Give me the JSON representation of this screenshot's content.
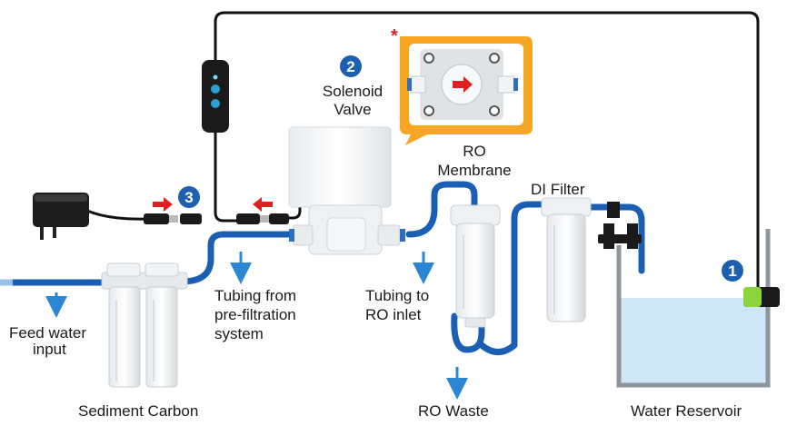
{
  "labels": {
    "feed_line1": "Feed water",
    "feed_line2": "input",
    "sediment_carbon": "Sediment Carbon",
    "tubing_pre_line1": "Tubing  from",
    "tubing_pre_line2": "pre-filtration",
    "tubing_pre_line3": "system",
    "solenoid_line1": "Solenoid",
    "solenoid_line2": "Valve",
    "ro_membrane_line1": "RO",
    "ro_membrane_line2": "Membrane",
    "tubing_ro_line1": "Tubing to",
    "tubing_ro_line2": "RO inlet",
    "di_filter": "DI Filter",
    "ro_waste": "RO Waste",
    "water_reservoir": "Water Reservoir",
    "asterisk": "*"
  },
  "markers": {
    "one": "1",
    "two": "2",
    "three": "3"
  },
  "colors": {
    "tube_blue": "#1b5fb4",
    "marker_blue": "#1f5fb0",
    "arrow_red": "#e02020",
    "callout_orange": "#f6a623",
    "water": "#cfe6f6",
    "sensor_green": "#8cd43c",
    "down_arrow": "#2b86d4"
  }
}
